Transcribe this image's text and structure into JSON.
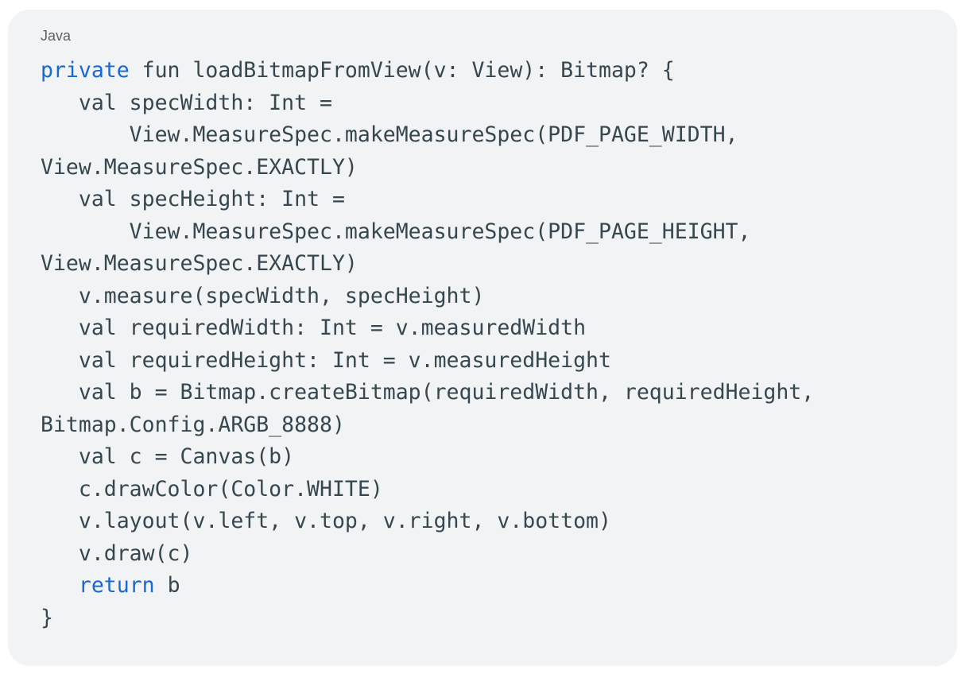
{
  "page": {
    "background": "#ffffff"
  },
  "code_card": {
    "language_label": "Java",
    "colors": {
      "card_background": "#f1f3f4",
      "plain_text": "#37474f",
      "keyword": "#1967d2",
      "label": "#5f6368"
    },
    "lines": [
      [
        {
          "text": "private",
          "type": "keyword"
        },
        {
          "text": " fun loadBitmapFromView(v: View): Bitmap? {",
          "type": "plain"
        }
      ],
      [
        {
          "text": "   val specWidth: Int =",
          "type": "plain"
        }
      ],
      [
        {
          "text": "       View.MeasureSpec.makeMeasureSpec(PDF_PAGE_WIDTH,",
          "type": "plain"
        }
      ],
      [
        {
          "text": "View.MeasureSpec.EXACTLY)",
          "type": "plain"
        }
      ],
      [
        {
          "text": "   val specHeight: Int =",
          "type": "plain"
        }
      ],
      [
        {
          "text": "       View.MeasureSpec.makeMeasureSpec(PDF_PAGE_HEIGHT,",
          "type": "plain"
        }
      ],
      [
        {
          "text": "View.MeasureSpec.EXACTLY)",
          "type": "plain"
        }
      ],
      [
        {
          "text": "   v.measure(specWidth, specHeight)",
          "type": "plain"
        }
      ],
      [
        {
          "text": "   val requiredWidth: Int = v.measuredWidth",
          "type": "plain"
        }
      ],
      [
        {
          "text": "   val requiredHeight: Int = v.measuredHeight",
          "type": "plain"
        }
      ],
      [
        {
          "text": "   val b = Bitmap.createBitmap(requiredWidth, requiredHeight,",
          "type": "plain"
        }
      ],
      [
        {
          "text": "Bitmap.Config.ARGB_8888)",
          "type": "plain"
        }
      ],
      [
        {
          "text": "   val c = Canvas(b)",
          "type": "plain"
        }
      ],
      [
        {
          "text": "   c.drawColor(Color.WHITE)",
          "type": "plain"
        }
      ],
      [
        {
          "text": "   v.layout(v.left, v.top, v.right, v.bottom)",
          "type": "plain"
        }
      ],
      [
        {
          "text": "   v.draw(c)",
          "type": "plain"
        }
      ],
      [
        {
          "text": "   ",
          "type": "plain"
        },
        {
          "text": "return",
          "type": "keyword"
        },
        {
          "text": " b",
          "type": "plain"
        }
      ],
      [
        {
          "text": "}",
          "type": "plain"
        }
      ]
    ]
  }
}
